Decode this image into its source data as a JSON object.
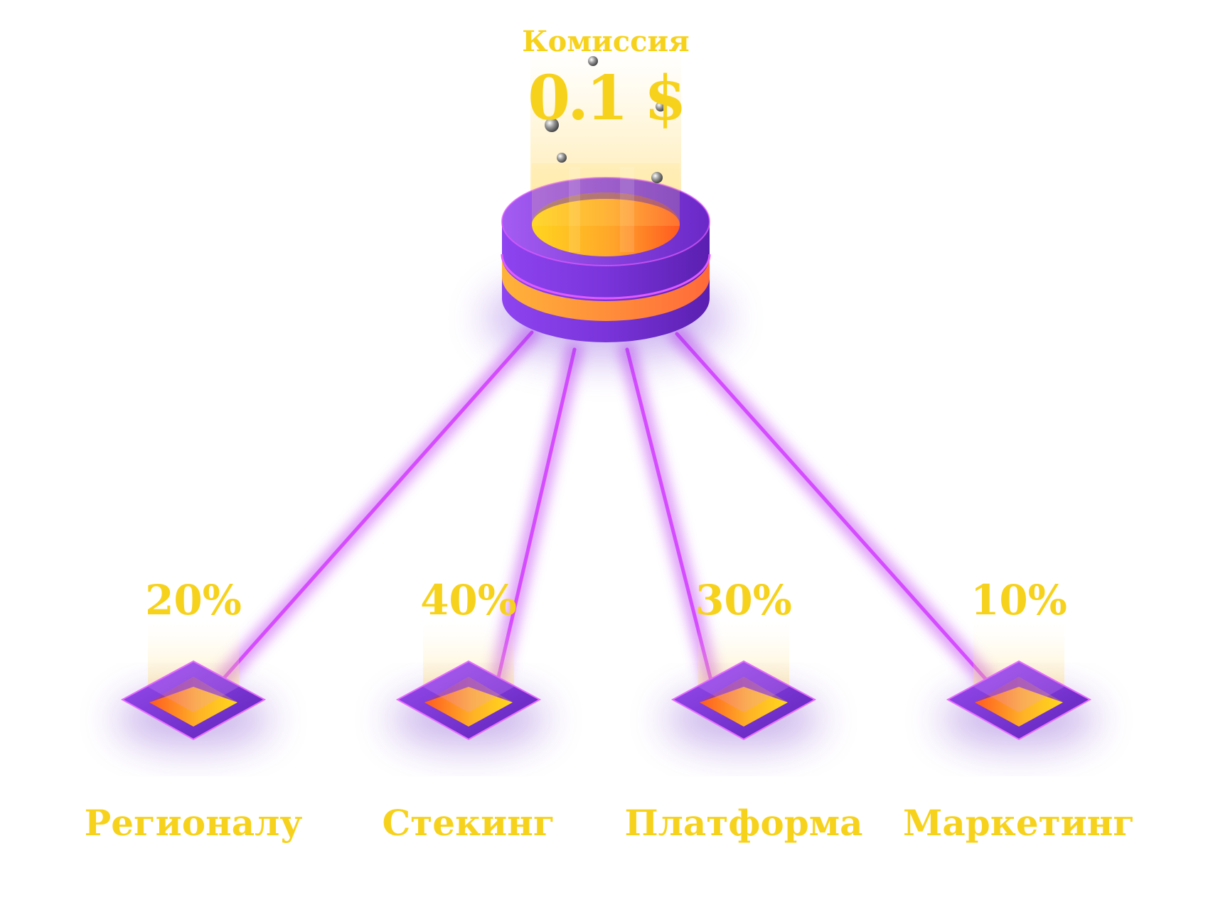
{
  "commission": {
    "label": "Комиссия",
    "value": "0.1 $"
  },
  "distribution": [
    {
      "name": "Регионалу",
      "percent": "20%",
      "share": 20
    },
    {
      "name": "Стекинг",
      "percent": "40%",
      "share": 40
    },
    {
      "name": "Платформа",
      "percent": "30%",
      "share": 30
    },
    {
      "name": "Маркетинг",
      "percent": "10%",
      "share": 10
    }
  ],
  "colors": {
    "text_gold": "#F7D21C",
    "beam": "#C040F0",
    "node_purple": "#7A34D8",
    "node_orange": "#FF7A2A",
    "node_yellow": "#FFD21C"
  }
}
